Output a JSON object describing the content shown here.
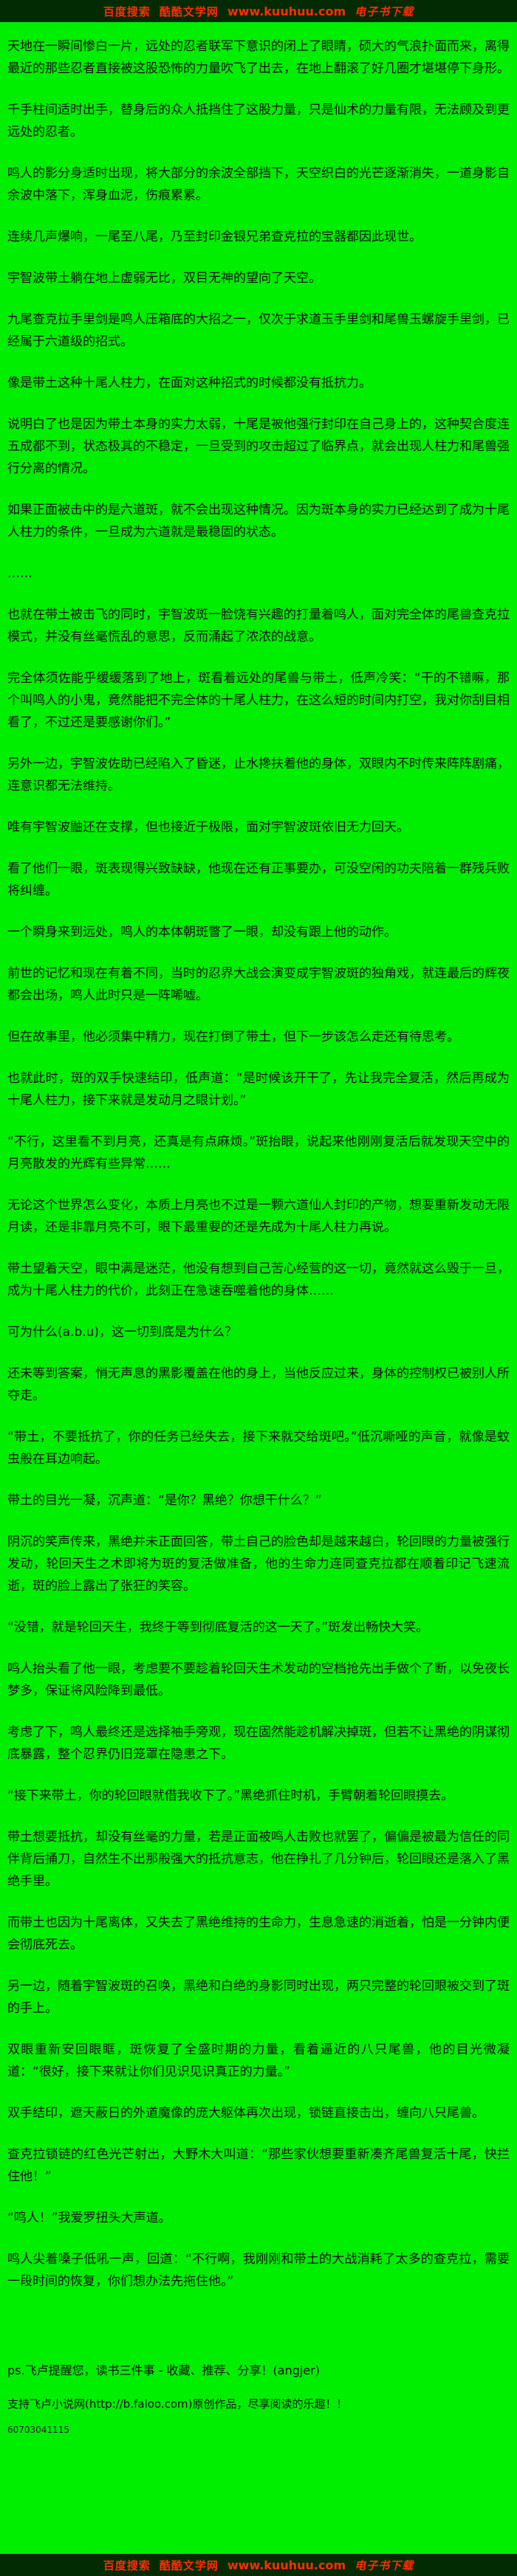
{
  "banner": {
    "prefix": "百度搜索",
    "site_name": "酷酷文学网",
    "url": "www.kuuhuu.com",
    "suffix": "电子书下载"
  },
  "colors": {
    "page_bg": "#00ee00",
    "banner_bg": "#032b03",
    "banner_text": "#ff2d00",
    "body_text": "#111111"
  },
  "paragraphs": [
    "天地在一瞬间惨白一片，远处的忍者联军下意识的闭上了眼睛，硕大的气浪扑面而来，离得最近的那些忍者直接被这股恐怖的力量吹飞了出去，在地上翻滚了好几圈才堪堪停下身形。",
    "千手柱间适时出手，替身后的众人抵挡住了这股力量，只是仙术的力量有限，无法顾及到更远处的忍者。",
    "鸣人的影分身适时出现，将大部分的余波全部挡下，天空织白的光芒逐渐消失，一道身影自余波中落下，浑身血泥，伤痕累累。",
    "连续几声爆响，一尾至八尾，乃至封印金银兄弟查克拉的宝器都因此现世。",
    "宇智波带土躺在地上虚弱无比，双目无神的望向了天空。",
    "九尾查克拉手里剑是鸣人压箱底的大招之一，仅次于求道玉手里剑和尾兽玉螺旋手里剑，已经属于六道级的招式。",
    "像是带土这种十尾人柱力，在面对这种招式的时候都没有抵抗力。",
    "说明白了也是因为带土本身的实力太弱，十尾是被他强行封印在自己身上的，这种契合度连五成都不到，状态极其的不稳定，一旦受到的攻击超过了临界点，就会出现人柱力和尾兽强行分离的情况。",
    "如果正面被击中的是六道斑，就不会出现这种情况。因为斑本身的实力已经达到了成为十尾人柱力的条件，一旦成为六道就是最稳固的状态。",
    "……",
    "也就在带土被击飞的同时，宇智波斑一脸饶有兴趣的打量着鸣人，面对完全体的尾兽查克拉模式，并没有丝毫慌乱的意思，反而涌起了浓浓的战意。",
    "完全体须佐能乎缓缓落到了地上，斑看着远处的尾兽与带土，低声冷笑：“干的不错嘛，那个叫鸣人的小鬼，竟然能把不完全体的十尾人柱力，在这么短的时间内打空，我对你刮目相看了，不过还是要感谢你们。”",
    "另外一边，宇智波佐助已经陷入了昏迷，止水搀扶着他的身体，双眼内不时传来阵阵剧痛，连意识都无法维持。",
    "唯有宇智波鼬还在支撑，但也接近于极限，面对宇智波斑依旧无力回天。",
    "看了他们一眼，斑表现得兴致缺缺，他现在还有正事要办，可没空闲的功夫陪着一群残兵败将纠缠。",
    "一个瞬身来到远处，鸣人的本体朝斑瞥了一眼，却没有跟上他的动作。",
    "前世的记忆和现在有着不同，当时的忍界大战会演变成宇智波斑的独角戏，就连最后的辉夜都会出场，鸣人此时只是一阵唏嘘。",
    "但在故事里，他必须集中精力，现在打倒了带土，但下一步该怎么走还有待思考。",
    "也就此时，斑的双手快速结印，低声道：“是时候该开干了，先让我完全复活，然后再成为十尾人柱力，接下来就是发动月之眼计划。”",
    "“不行，这里看不到月亮，还真是有点麻烦。”斑抬眼，说起来他刚刚复活后就发现天空中的月亮散发的光辉有些异常……",
    "无论这个世界怎么变化，本质上月亮也不过是一颗六道仙人封印的产物，想要重新发动无限月读，还是非靠月亮不可，眼下最重要的还是先成为十尾人柱力再说。",
    "带土望着天空，眼中满是迷茫，他没有想到自己苦心经营的这一切，竟然就这么毁于一旦，成为十尾人柱力的代价，此刻正在急速吞噬着他的身体……",
    "可为什么(a.b.u)，这一切到底是为什么？",
    "还未等到答案，悄无声息的黑影覆盖在他的身上，当他反应过来，身体的控制权已被别人所夺走。",
    "“带土，不要抵抗了，你的任务已经失去，接下来就交给斑吧。”低沉嘶哑的声音，就像是蚊虫般在耳边响起。",
    "带土的目光一凝，沉声道：“是你？黑绝？你想干什么？”",
    "阴沉的笑声传来，黑绝并未正面回答，带土自己的脸色却是越来越白，轮回眼的力量被强行发动，轮回天生之术即将为斑的复活做准备，他的生命力连同查克拉都在顺着印记飞速流逝，斑的脸上露出了张狂的笑容。",
    "“没错，就是轮回天生，我终于等到彻底复活的这一天了。”斑发出畅快大笑。",
    "鸣人抬头看了他一眼，考虑要不要趁着轮回天生术发动的空档抢先出手做个了断，以免夜长梦多，保证将风险降到最低。",
    "考虑了下，鸣人最终还是选择袖手旁观，现在固然能趁机解决掉斑，但若不让黑绝的阴谋彻底暴露，整个忍界仍旧笼罩在隐患之下。",
    "“接下来带土，你的轮回眼就借我收下了。”黑绝抓住时机，手臂朝着轮回眼摸去。",
    "带土想要抵抗，却没有丝毫的力量，若是正面被鸣人击败也就罢了，偏偏是被最为信任的同伴背后捅刀，自然生不出那般强大的抵抗意志，他在挣扎了几分钟后，轮回眼还是落入了黑绝手里。",
    "而带土也因为十尾离体，又失去了黑绝维持的生命力，生息急速的消逝着，怕是一分钟内便会彻底死去。",
    "另一边，随着宇智波斑的召唤，黑绝和白绝的身影同时出现，两只完整的轮回眼被交到了斑的手上。",
    "双眼重新安回眼眶，斑恢复了全盛时期的力量，看着逼近的八只尾兽，他的目光微凝道：“很好，接下来就让你们见识见识真正的力量。”",
    "双手结印，遮天蔽日的外道魔像的庞大躯体再次出现，锁链直接击出，缠向八只尾兽。",
    "查克拉锁链的红色光芒射出，大野木大叫道：“那些家伙想要重新凑齐尾兽复活十尾，快拦住他！”",
    "“鸣人！”我爱罗扭头大声道。",
    "鸣人尖着嗓子低吼一声，回道：“不行啊，我刚刚和带土的大战消耗了太多的查克拉，需要一段时间的恢复，你们想办法先拖住他。”"
  ],
  "footer": {
    "reminder": "ps.飞卢提醒您，读书三件事 - 收藏、推荐、分享！(angjer)",
    "support_prefix": "支持飞卢小说网(",
    "support_url": "http://b.faloo.com",
    "support_suffix": ")原创作品，尽享阅读的乐趣！！",
    "code": "60703041115"
  }
}
